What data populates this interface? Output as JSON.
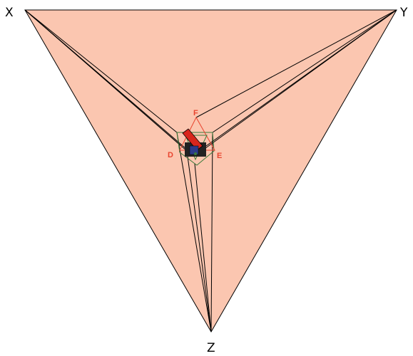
{
  "vertices": {
    "x_label": "X",
    "y_label": "Y",
    "z_label": "Z"
  },
  "points": {
    "d_label": "D",
    "e_label": "E",
    "f_label": "F"
  },
  "colors": {
    "triangle_fill": "#fbc6b0",
    "edge_stroke": "#000000",
    "point_label": "#e8452f",
    "inner_triangle_stroke": "#e8452f",
    "inner_hexagon_stroke": "#3a7a3a",
    "arrow_fill": "#d8261c",
    "square_fill": "#2c3a8a",
    "dark_shape_fill": "#222222"
  }
}
